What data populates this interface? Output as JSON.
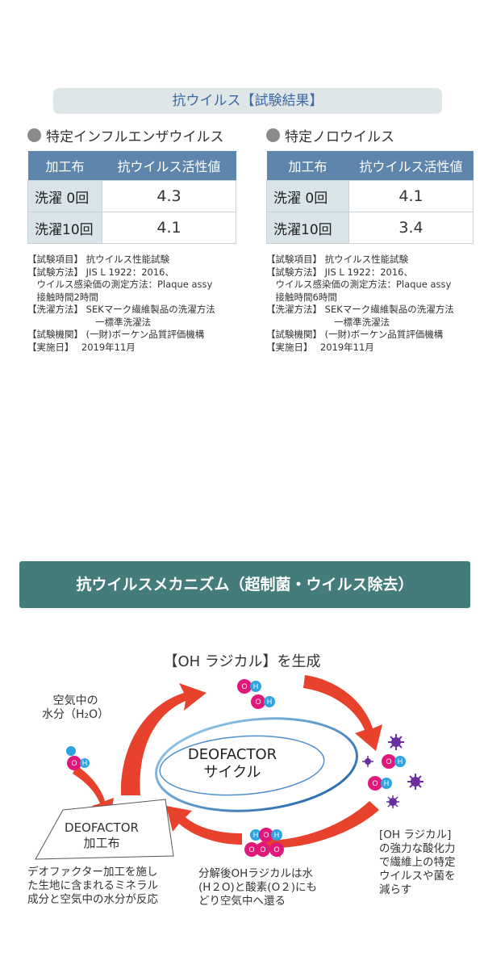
{
  "title": "抗ウイルス【試験結果】",
  "panels": {
    "influenza": {
      "heading": "特定インフルエンザウイルス",
      "col1": "加工布",
      "col2": "抗ウイルス活性値",
      "rows": [
        {
          "label": "洗濯  0回",
          "value": "4.3"
        },
        {
          "label": "洗濯10回",
          "value": "4.1"
        }
      ],
      "notes": "【試験項目】 抗ウイルス性能試験\n【試験方法】 JIS L 1922：2016、\n　ウイルス感染価の測定方法：Plaque assy\n　接触時間2時間\n【洗濯方法】 SEKマーク繊維製品の洗濯方法\n　　　　　　　 一標準洗濯法\n【試験機関】 (一財)ボーケン品質評価機構\n【実施日】　 2019年11月"
    },
    "norovirus": {
      "heading": "特定ノロウイルス",
      "col1": "加工布",
      "col2": "抗ウイルス活性値",
      "rows": [
        {
          "label": "洗濯  0回",
          "value": "4.1"
        },
        {
          "label": "洗濯10回",
          "value": "3.4"
        }
      ],
      "notes": "【試験項目】 抗ウイルス性能試験\n【試験方法】 JIS L 1922：2016、\n　ウイルス感染価の測定方法：Plaque assy\n　接触時間6時間\n【洗濯方法】 SEKマーク繊維製品の洗濯方法\n　　　　　　　 一標準洗濯法\n【試験機関】 (一財)ボーケン品質評価機構\n【実施日】　 2019年11月"
    }
  },
  "mechanism": {
    "header": "抗ウイルスメカニズム（超制菌・ウイルス除去）",
    "generate_title": "【OH ラジカル】を生成",
    "cycle": {
      "line1": "DEOFACTOR",
      "line2": "サイクル"
    },
    "cloth": {
      "line1": "DEOFACTOR",
      "line2": "加工布"
    },
    "water_label": "空気中の\n水分（H₂O）",
    "reaction_text": "デオファクター加工を施し\nた生地に含まれるミネラル\n成分と空気中の水分が反応",
    "decompose_text": "分解後OHラジカルは水\n(H２O)と酸素(O２)にも\nどり空気中へ還る",
    "oxidize_text": "[OH ラジカル]\nの強力な酸化力\nで繊維上の特定\nウイルスや菌を\n減らす",
    "atom_o": "O",
    "atom_h": "H"
  },
  "colors": {
    "accent_blue": "#3d6aa7",
    "table_header": "#5e86ac",
    "mech_header": "#447b7b",
    "arrow_red": "#e8412c",
    "molecule_pink": "#e0187a",
    "molecule_blue": "#2fa3e0",
    "virus_purple": "#6b2fa0"
  }
}
